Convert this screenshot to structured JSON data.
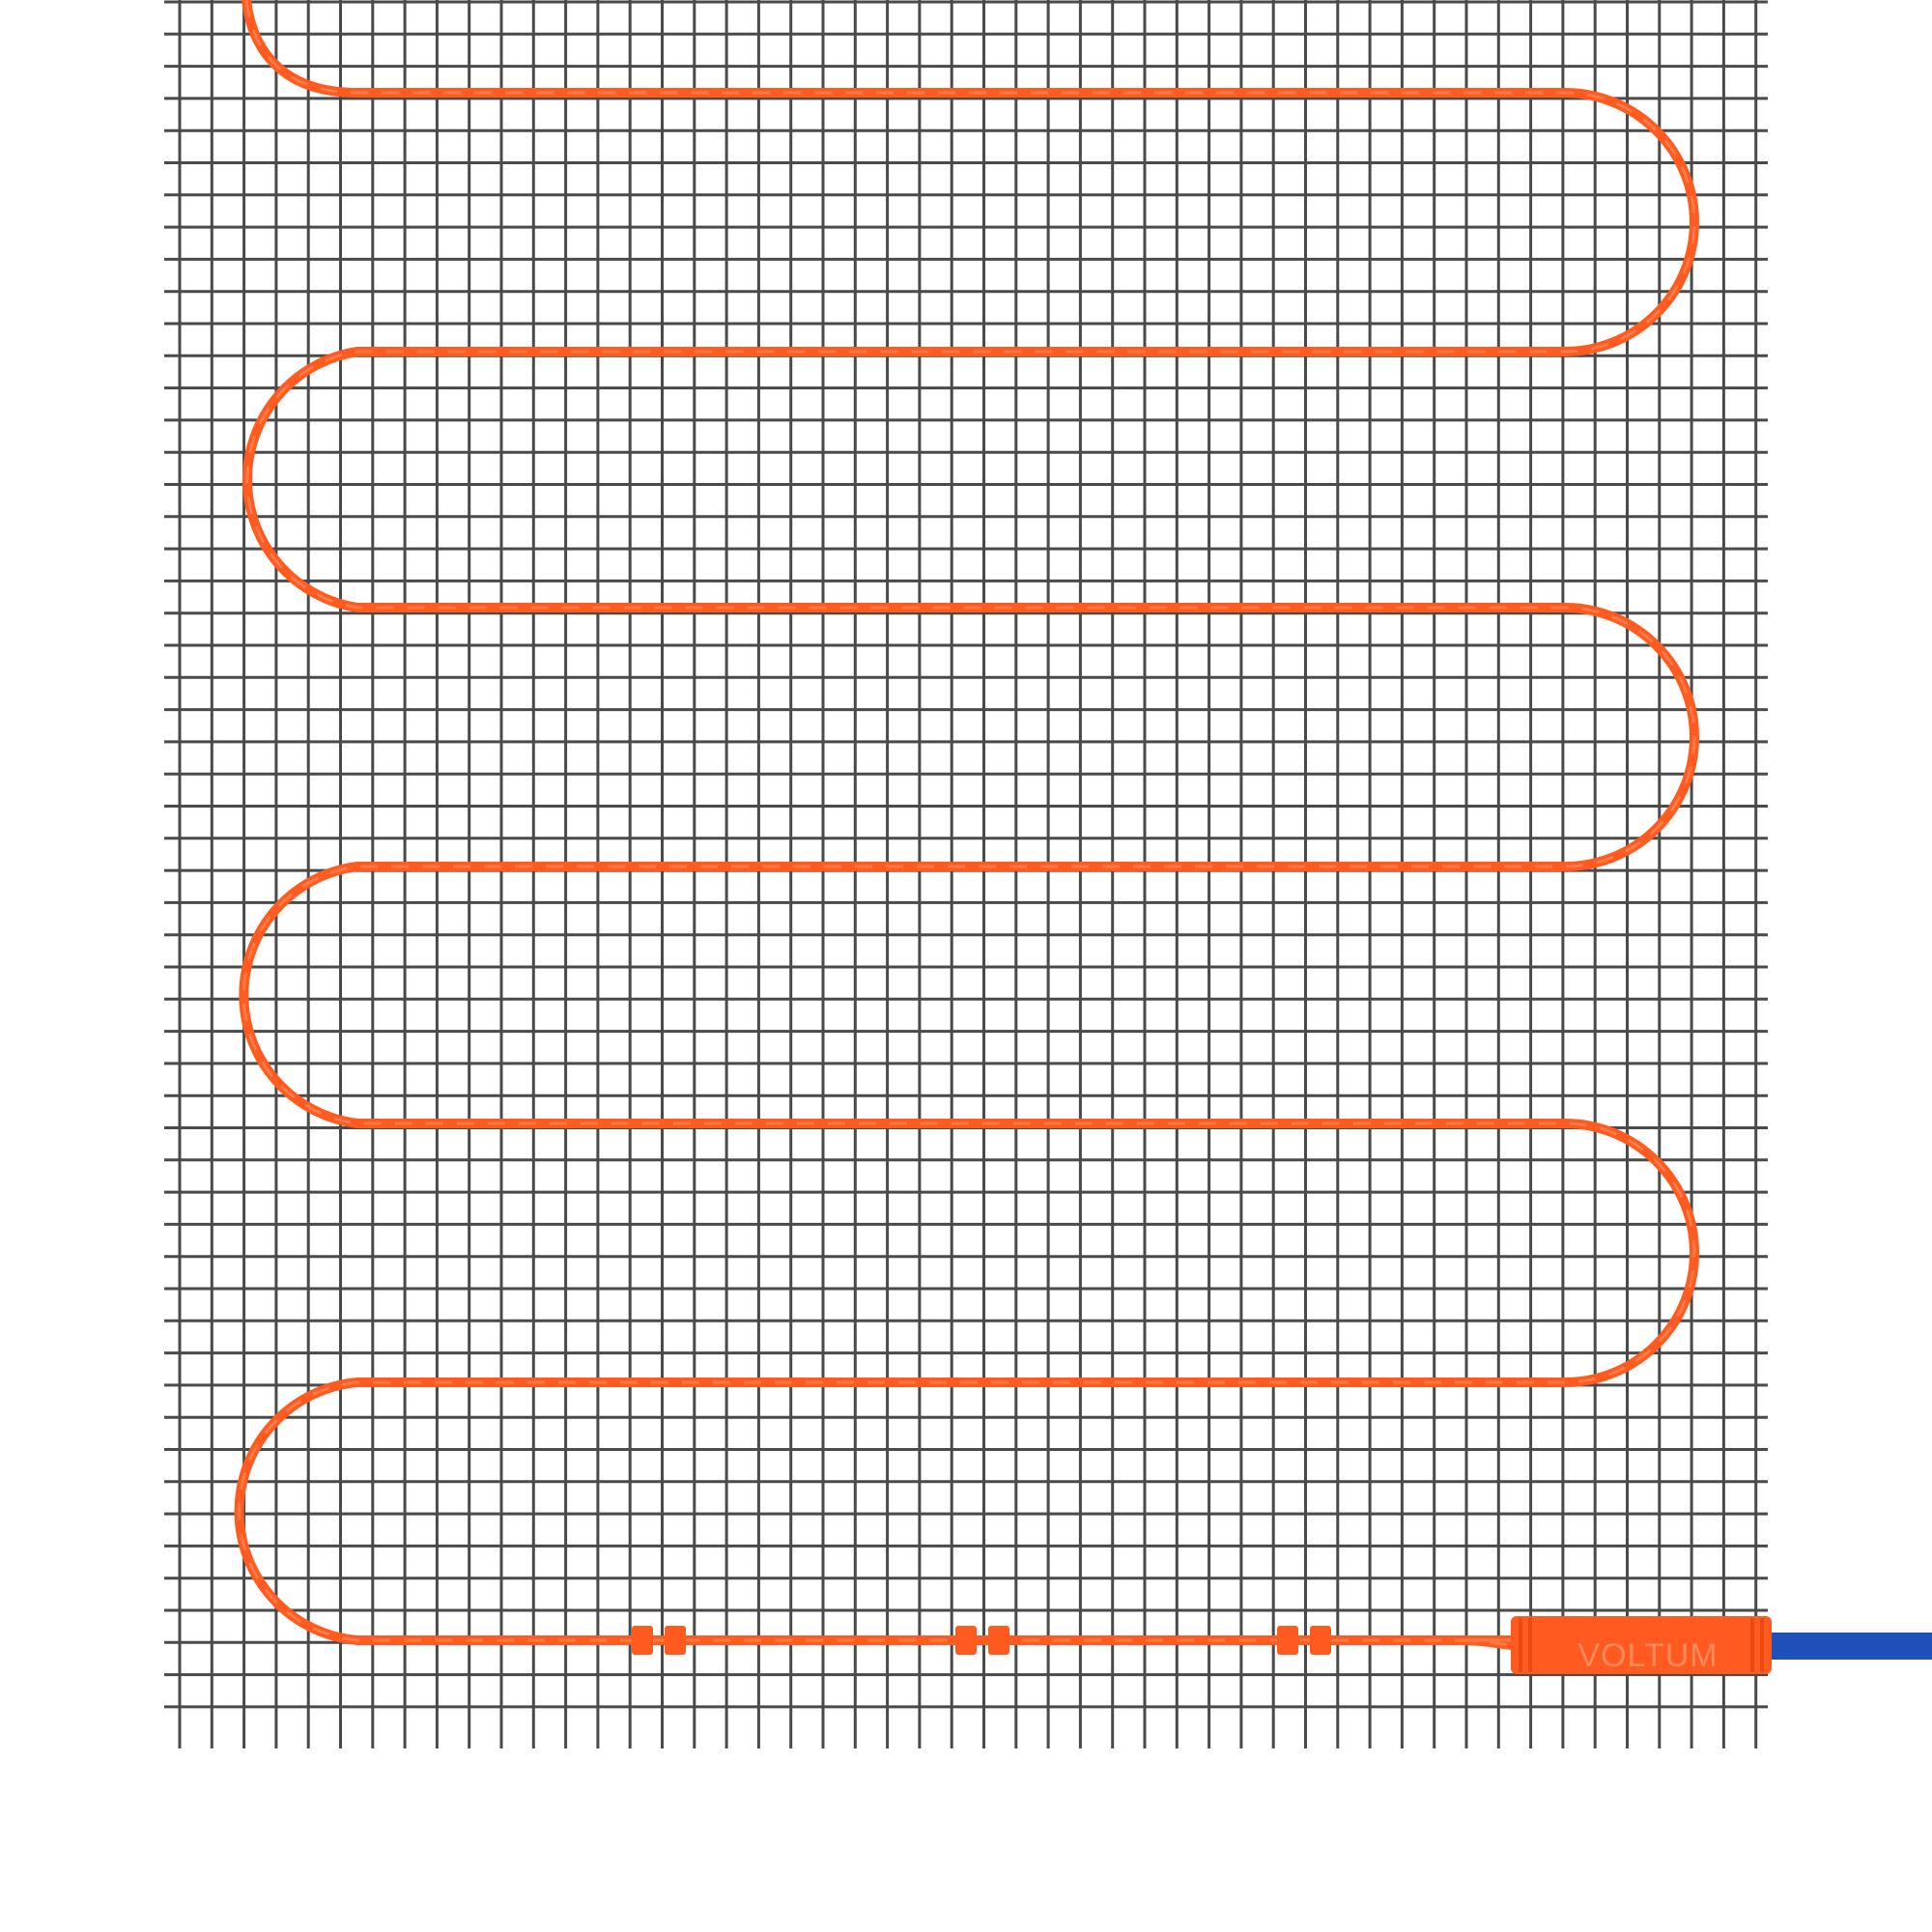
{
  "product": {
    "brand_label": "VOLTUM",
    "mesh_color": "#4a4a4a",
    "cable_color": "#ff5a1f",
    "cable_highlight": "#ff7a45",
    "lead_cable_color": "#1f4fb8",
    "icons": [
      "heating-cable",
      "mesh-grid",
      "cable-connector",
      "cable-clip"
    ]
  }
}
